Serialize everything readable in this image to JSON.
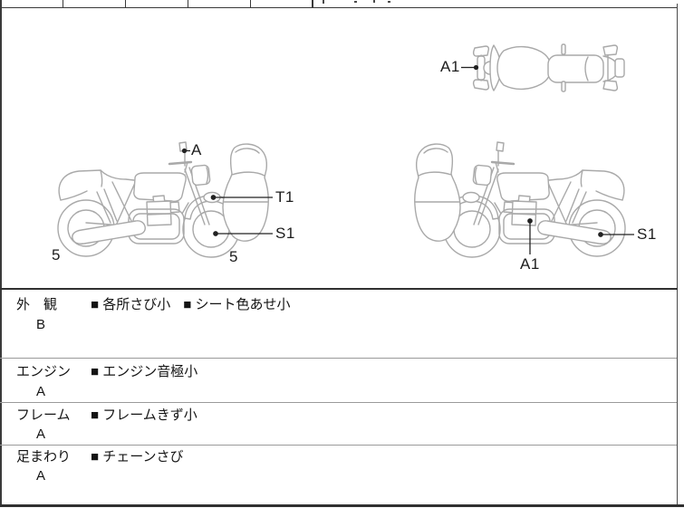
{
  "diagram_labels": {
    "left_bike": {
      "mirror": "A",
      "front_marker": "T1",
      "front_wheel": "S1",
      "rear_wheel_mark": "5",
      "front_wheel_mark": "5"
    },
    "right_bike": {
      "engine": "A1",
      "rear_wheel": "S1"
    },
    "top_view": {
      "front": "A1"
    }
  },
  "inspection_rows": [
    {
      "category": "外　観",
      "grade": "B",
      "comments": [
        "■ 各所さび小",
        "■ シート色あせ小"
      ]
    },
    {
      "category": "エンジン",
      "grade": "A",
      "comments": [
        "■ エンジン音極小"
      ]
    },
    {
      "category": "フレーム",
      "grade": "A",
      "comments": [
        "■ フレームきず小"
      ]
    },
    {
      "category": "足まわり",
      "grade": "A",
      "comments": [
        "■ チェーンさび"
      ]
    }
  ],
  "colors": {
    "border_dark": "#3a3a3a",
    "section_line": "#303030",
    "row_line": "#9a9a9a",
    "art_gray": "#a9a9a9",
    "ink": "#1c1c1c"
  }
}
